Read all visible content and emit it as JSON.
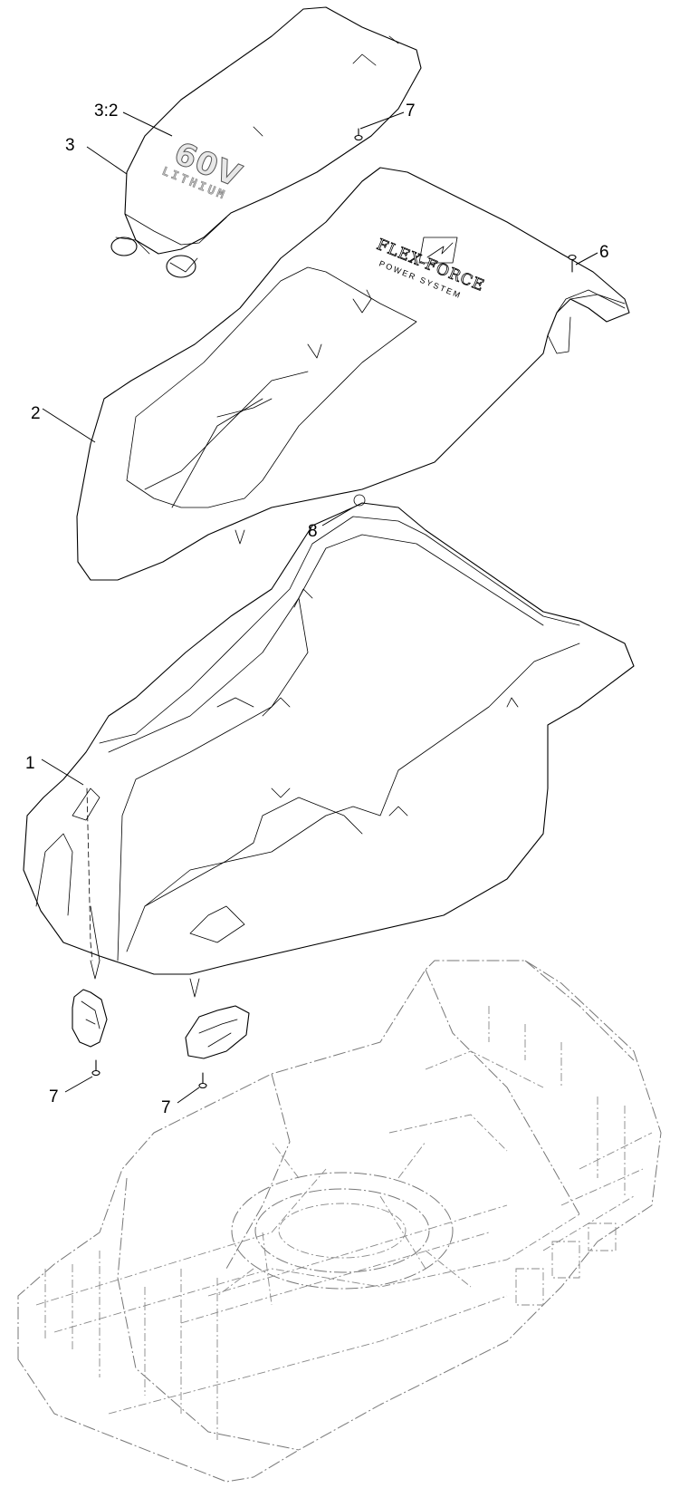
{
  "callouts": {
    "c1": "1",
    "c2": "2",
    "c3": "3",
    "c3_2": "3:2",
    "c6": "6",
    "c7_top": "7",
    "c7_left": "7",
    "c7_mid": "7",
    "c8": "8"
  },
  "decal": {
    "voltage": "60V",
    "sub": "LITHIUM"
  },
  "brand": {
    "name": "FLEX-FORCE",
    "subtitle": "POWER SYSTEM"
  },
  "colors": {
    "line": "#000000",
    "background": "#ffffff",
    "ghost_line": "#777777"
  }
}
